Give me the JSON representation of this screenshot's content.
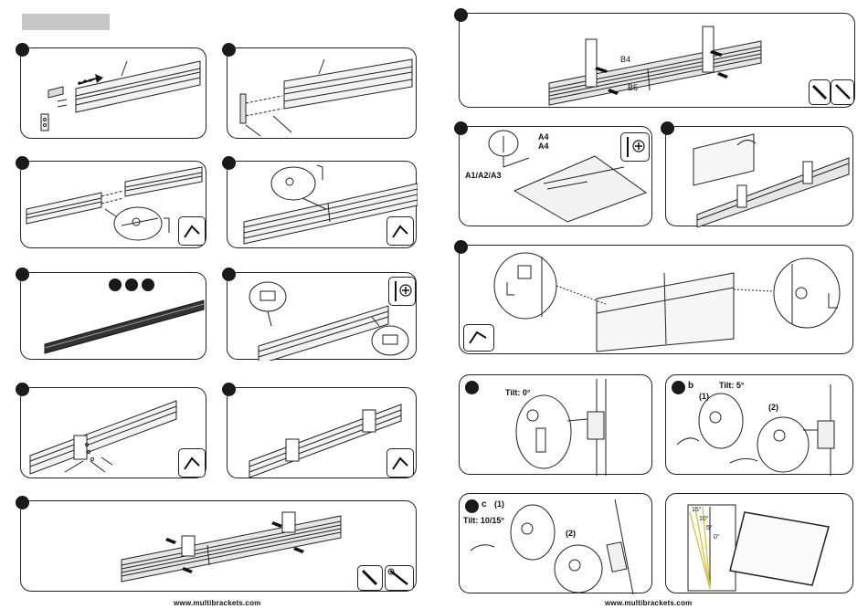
{
  "footer": {
    "left_url": "www.multibrackets.com",
    "right_url": "www.multibrackets.com"
  },
  "labels": {
    "b4": "B4",
    "b5": "B5",
    "a4_top": "A4",
    "a4_bottom": "A4",
    "a_group": "A1/A2/A3",
    "tilt0": "Tilt: 0°",
    "tilt5": "Tilt: 5°",
    "tilt10_15": "Tilt: 10/15°",
    "step_b": "b",
    "step_c": "c",
    "b_sub1": "(1)",
    "b_sub2": "(2)",
    "c_sub1": "(1)",
    "c_sub2": "(2)",
    "angle_15": "15°",
    "angle_10": "10°",
    "angle_5": "5°",
    "angle_0": "0°"
  },
  "icons": {
    "allen_key": "allen-key-icon",
    "screwdriver": "screwdriver-icon",
    "wrench": "wrench-icon",
    "phillips": "phillips-screwdriver-icon"
  },
  "colors": {
    "ink": "#1a1a1a",
    "header_grey": "#c8c8c8",
    "tilt_guide": "#d8c23a"
  }
}
